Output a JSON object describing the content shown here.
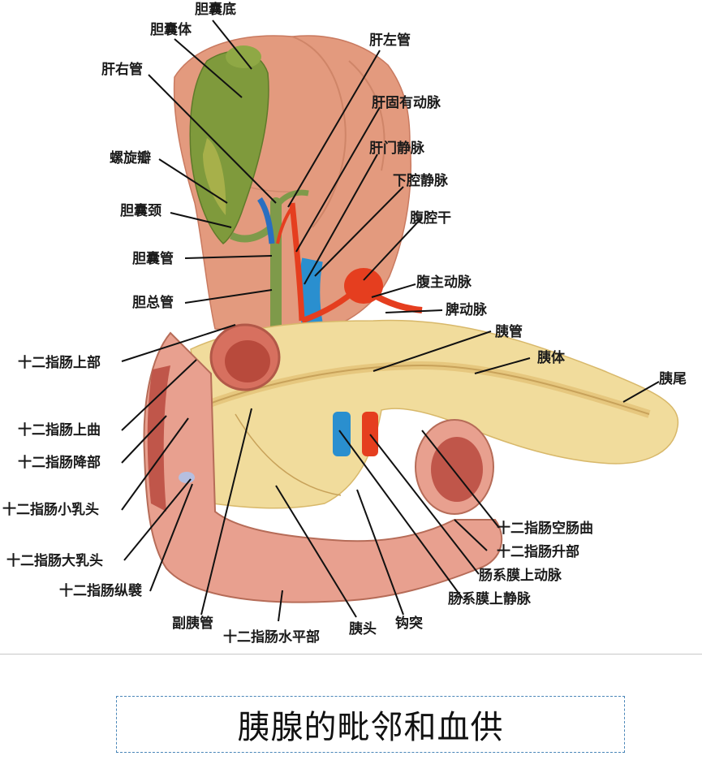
{
  "labels": {
    "gallbladder_fundus": "胆囊底",
    "gallbladder_body": "胆囊体",
    "right_hepatic_duct": "肝右管",
    "spiral_valve": "螺旋瓣",
    "gallbladder_neck": "胆囊颈",
    "cystic_duct": "胆囊管",
    "common_bile_duct": "胆总管",
    "left_hepatic_duct": "肝左管",
    "proper_hepatic_artery": "肝固有动脉",
    "portal_vein": "肝门静脉",
    "inferior_vena_cava": "下腔静脉",
    "celiac_trunk": "腹腔干",
    "abdominal_aorta": "腹主动脉",
    "splenic_artery": "脾动脉",
    "pancreatic_duct": "胰管",
    "pancreas_body": "胰体",
    "pancreas_tail": "胰尾",
    "duodenum_superior": "十二指肠上部",
    "duodenum_superior_flexure": "十二指肠上曲",
    "duodenum_descending": "十二指肠降部",
    "minor_papilla": "十二指肠小乳头",
    "major_papilla": "十二指肠大乳头",
    "longitudinal_fold": "十二指肠纵襞",
    "accessory_pancreatic_duct": "副胰管",
    "duodenum_horizontal": "十二指肠水平部",
    "pancreas_head": "胰头",
    "uncinate_process": "钩突",
    "sup_mesenteric_vein": "肠系膜上静脉",
    "sup_mesenteric_artery": "肠系膜上动脉",
    "duodenum_ascending": "十二指肠升部",
    "duodenojejunal_flexure": "十二指肠空肠曲"
  },
  "caption": "胰腺的毗邻和血供",
  "colors": {
    "liver": "#e39a7e",
    "gallbladder": "#7f9a3c",
    "duct_green": "#7e9a4a",
    "artery": "#e53e1f",
    "vein": "#2a8fcf",
    "pancreas": "#f1dc9c",
    "duodenum": "#e8a08f",
    "duodenum_mucosa": "#c0564a",
    "caption_border": "#4a86b8"
  }
}
